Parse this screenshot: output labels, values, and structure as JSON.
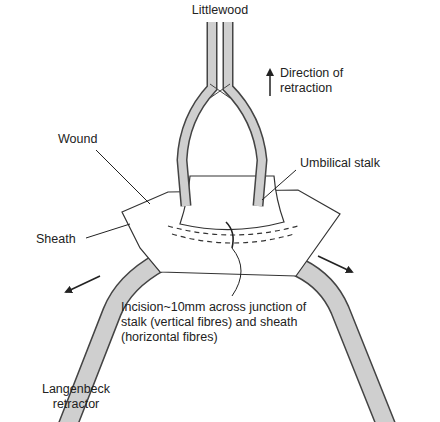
{
  "diagram": {
    "labels": [
      "Littlewood",
      "Direction of retraction",
      "Wound",
      "Umbilical stalk",
      "Sheath",
      "Incision~10mm across junction of stalk (vertical fibres) and sheath (horizontal fibres)",
      "Langenbeck retractor"
    ]
  }
}
